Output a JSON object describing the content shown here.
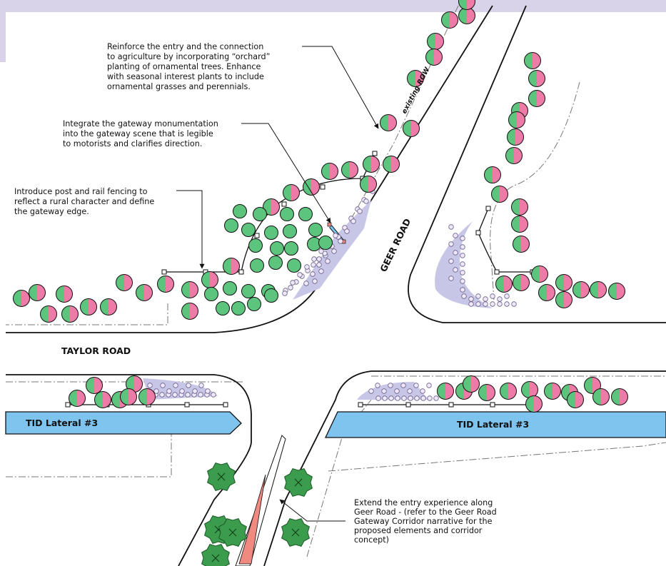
{
  "road_labels": {
    "taylor_road": "TAYLOR ROAD",
    "geer_road": "GEER ROAD",
    "existing_row": "existing ROW"
  },
  "canal_labels": {
    "left": "TID Lateral #3",
    "right": "TID Lateral #3"
  },
  "callouts": {
    "orchard": [
      "Reinforce the entry and the connection",
      "to agriculture by incorporating “orchard”",
      "planting of ornamental trees.  Enhance",
      "with seasonal interest plants to include",
      "ornamental grasses and perennials."
    ],
    "monumentation": [
      "Integrate the gateway monumentation",
      "into the gateway scene that is legible",
      "to motorists and clarifies direction."
    ],
    "fencing": [
      "Introduce post and rail fencing to",
      "reflect a rural character and define",
      "the gateway edge."
    ],
    "corridor": [
      "Extend the entry experience along",
      "Geer Road - (refer to the Geer Road",
      "Gateway Corridor narrative for the",
      "proposed elements and corridor",
      "concept)"
    ]
  },
  "colors": {
    "page_band": "#d9d3ea",
    "canal_fill": "#7ec4ee",
    "grass_fill": "#c8c6e6",
    "perennial_fill": "#eee8f8",
    "tree_green": "#5cc47c",
    "tree_pink": "#ee7aa8",
    "median_fill": "#f08a80",
    "street_tree": "#3a9c4c",
    "line": "#111111"
  },
  "legend_icons": [
    "orchard-tree-icon",
    "ornamental-tree-icon",
    "perennial-icon",
    "street-tree-icon",
    "fence-post-icon",
    "monument-sign-icon"
  ]
}
